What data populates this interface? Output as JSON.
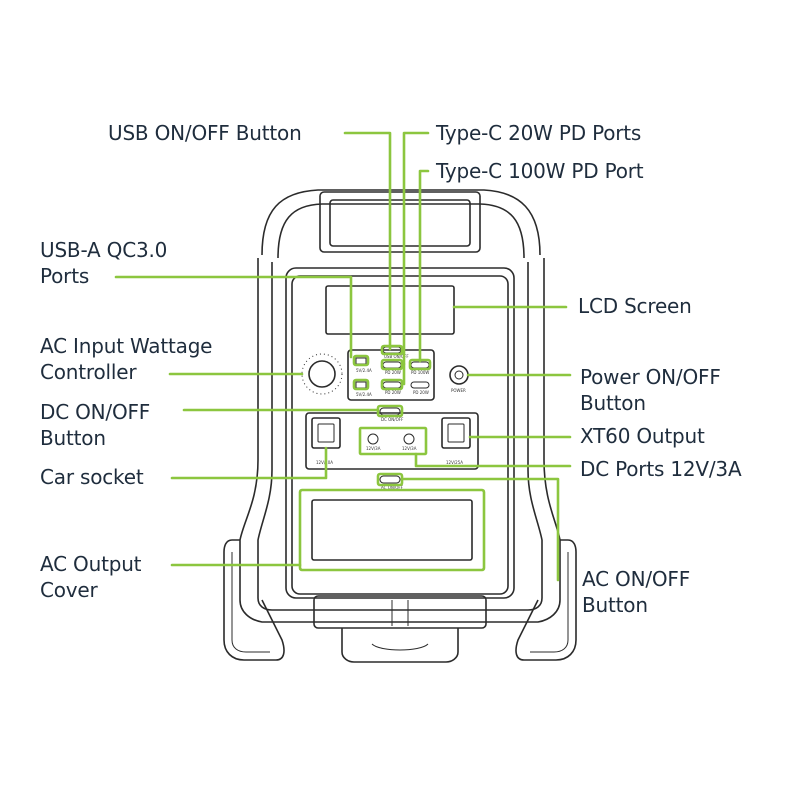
{
  "diagram": {
    "accent_color": "#8cc63f",
    "text_color": "#1f2d3d",
    "labels": {
      "usb_switch": "USB ON/OFF Button",
      "typec_20w": "Type-C 20W PD Ports",
      "typec_100w": "Type-C 100W PD Port",
      "usb_a": "USB-A QC3.0\nPorts",
      "lcd": "LCD Screen",
      "ac_input": "AC Input Wattage\nController",
      "power": "Power ON/OFF\nButton",
      "dc_switch": "DC ON/OFF\nButton",
      "xt60": "XT60 Output",
      "car_socket": "Car socket",
      "dc_ports": "DC Ports 12V/3A",
      "ac_cover": "AC Output\nCover",
      "ac_switch": "AC ON/OFF\nButton"
    },
    "device_markings": {
      "usb_on_off": "USB ON/OFF",
      "dc_on_off": "DC ON/OFF",
      "ac_on_off": "AC ON/OFF",
      "power": "POWER",
      "pd_20w": "PD 20W",
      "pd_100w": "PD 100W",
      "qc": "5V/2.4A",
      "dc_port": "12V/3A",
      "car": "12V/10A",
      "xt60": "12V/25A"
    }
  }
}
